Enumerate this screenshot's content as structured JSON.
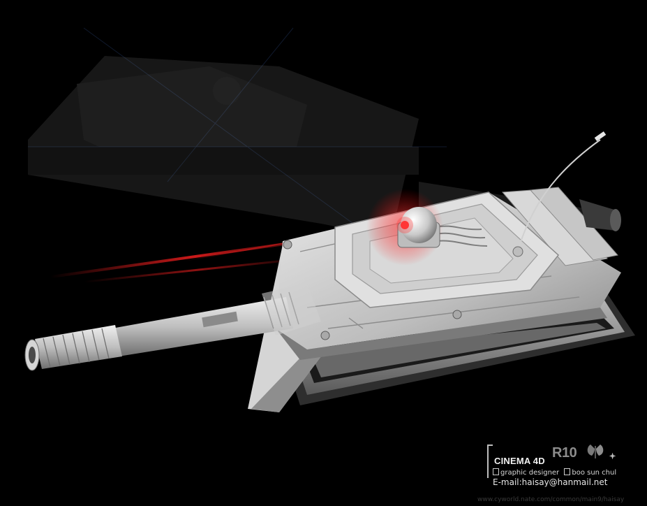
{
  "artwork": {
    "subject": "",
    "colors": {
      "background": "#000000",
      "hull": "#cfcfcf",
      "hull_shadow": "#6a6a6a",
      "glow": "#ff2a2a"
    }
  },
  "signature": {
    "brand": "CINEMA 4D",
    "version": "R10",
    "credit_line": "graphic designer",
    "author": "boo sun chul",
    "email_label": "E-mail",
    "email": "haisay@hanmail.net",
    "url": "www.cyworld.nate.com/common/main9/haisay",
    "icons": [
      "butterfly-icon",
      "sparkle-icon"
    ]
  }
}
